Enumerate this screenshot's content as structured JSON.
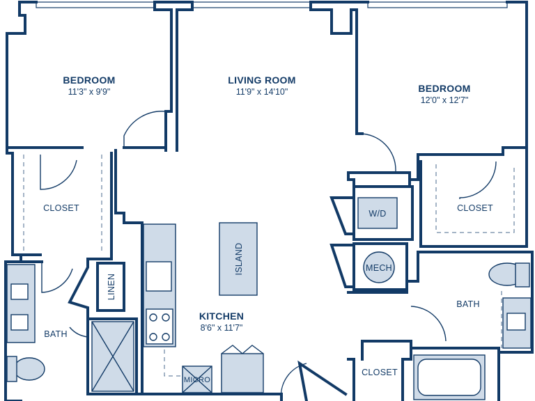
{
  "rooms": {
    "bedroom_left": {
      "name": "BEDROOM",
      "dims": "11'3\" x 9'9\""
    },
    "living_room": {
      "name": "LIVING ROOM",
      "dims": "11'9\" x 14'10\""
    },
    "bedroom_right": {
      "name": "BEDROOM",
      "dims": "12'0\" x 12'7\""
    },
    "kitchen": {
      "name": "KITCHEN",
      "dims": "8'6\" x 11'7\""
    },
    "closet_left": {
      "name": "CLOSET"
    },
    "closet_right": {
      "name": "CLOSET"
    },
    "closet_bottom": {
      "name": "CLOSET"
    },
    "bath_left": {
      "name": "BATH"
    },
    "bath_right": {
      "name": "BATH"
    },
    "linen": {
      "name": "LINEN"
    },
    "island": {
      "name": "ISLAND"
    },
    "wd": {
      "name": "W/D"
    },
    "mech": {
      "name": "MECH"
    },
    "micro": {
      "name": "MICRO"
    }
  },
  "colors": {
    "wall": "#123a66",
    "fixture_fill": "#cfdbe8",
    "background": "#ffffff"
  }
}
